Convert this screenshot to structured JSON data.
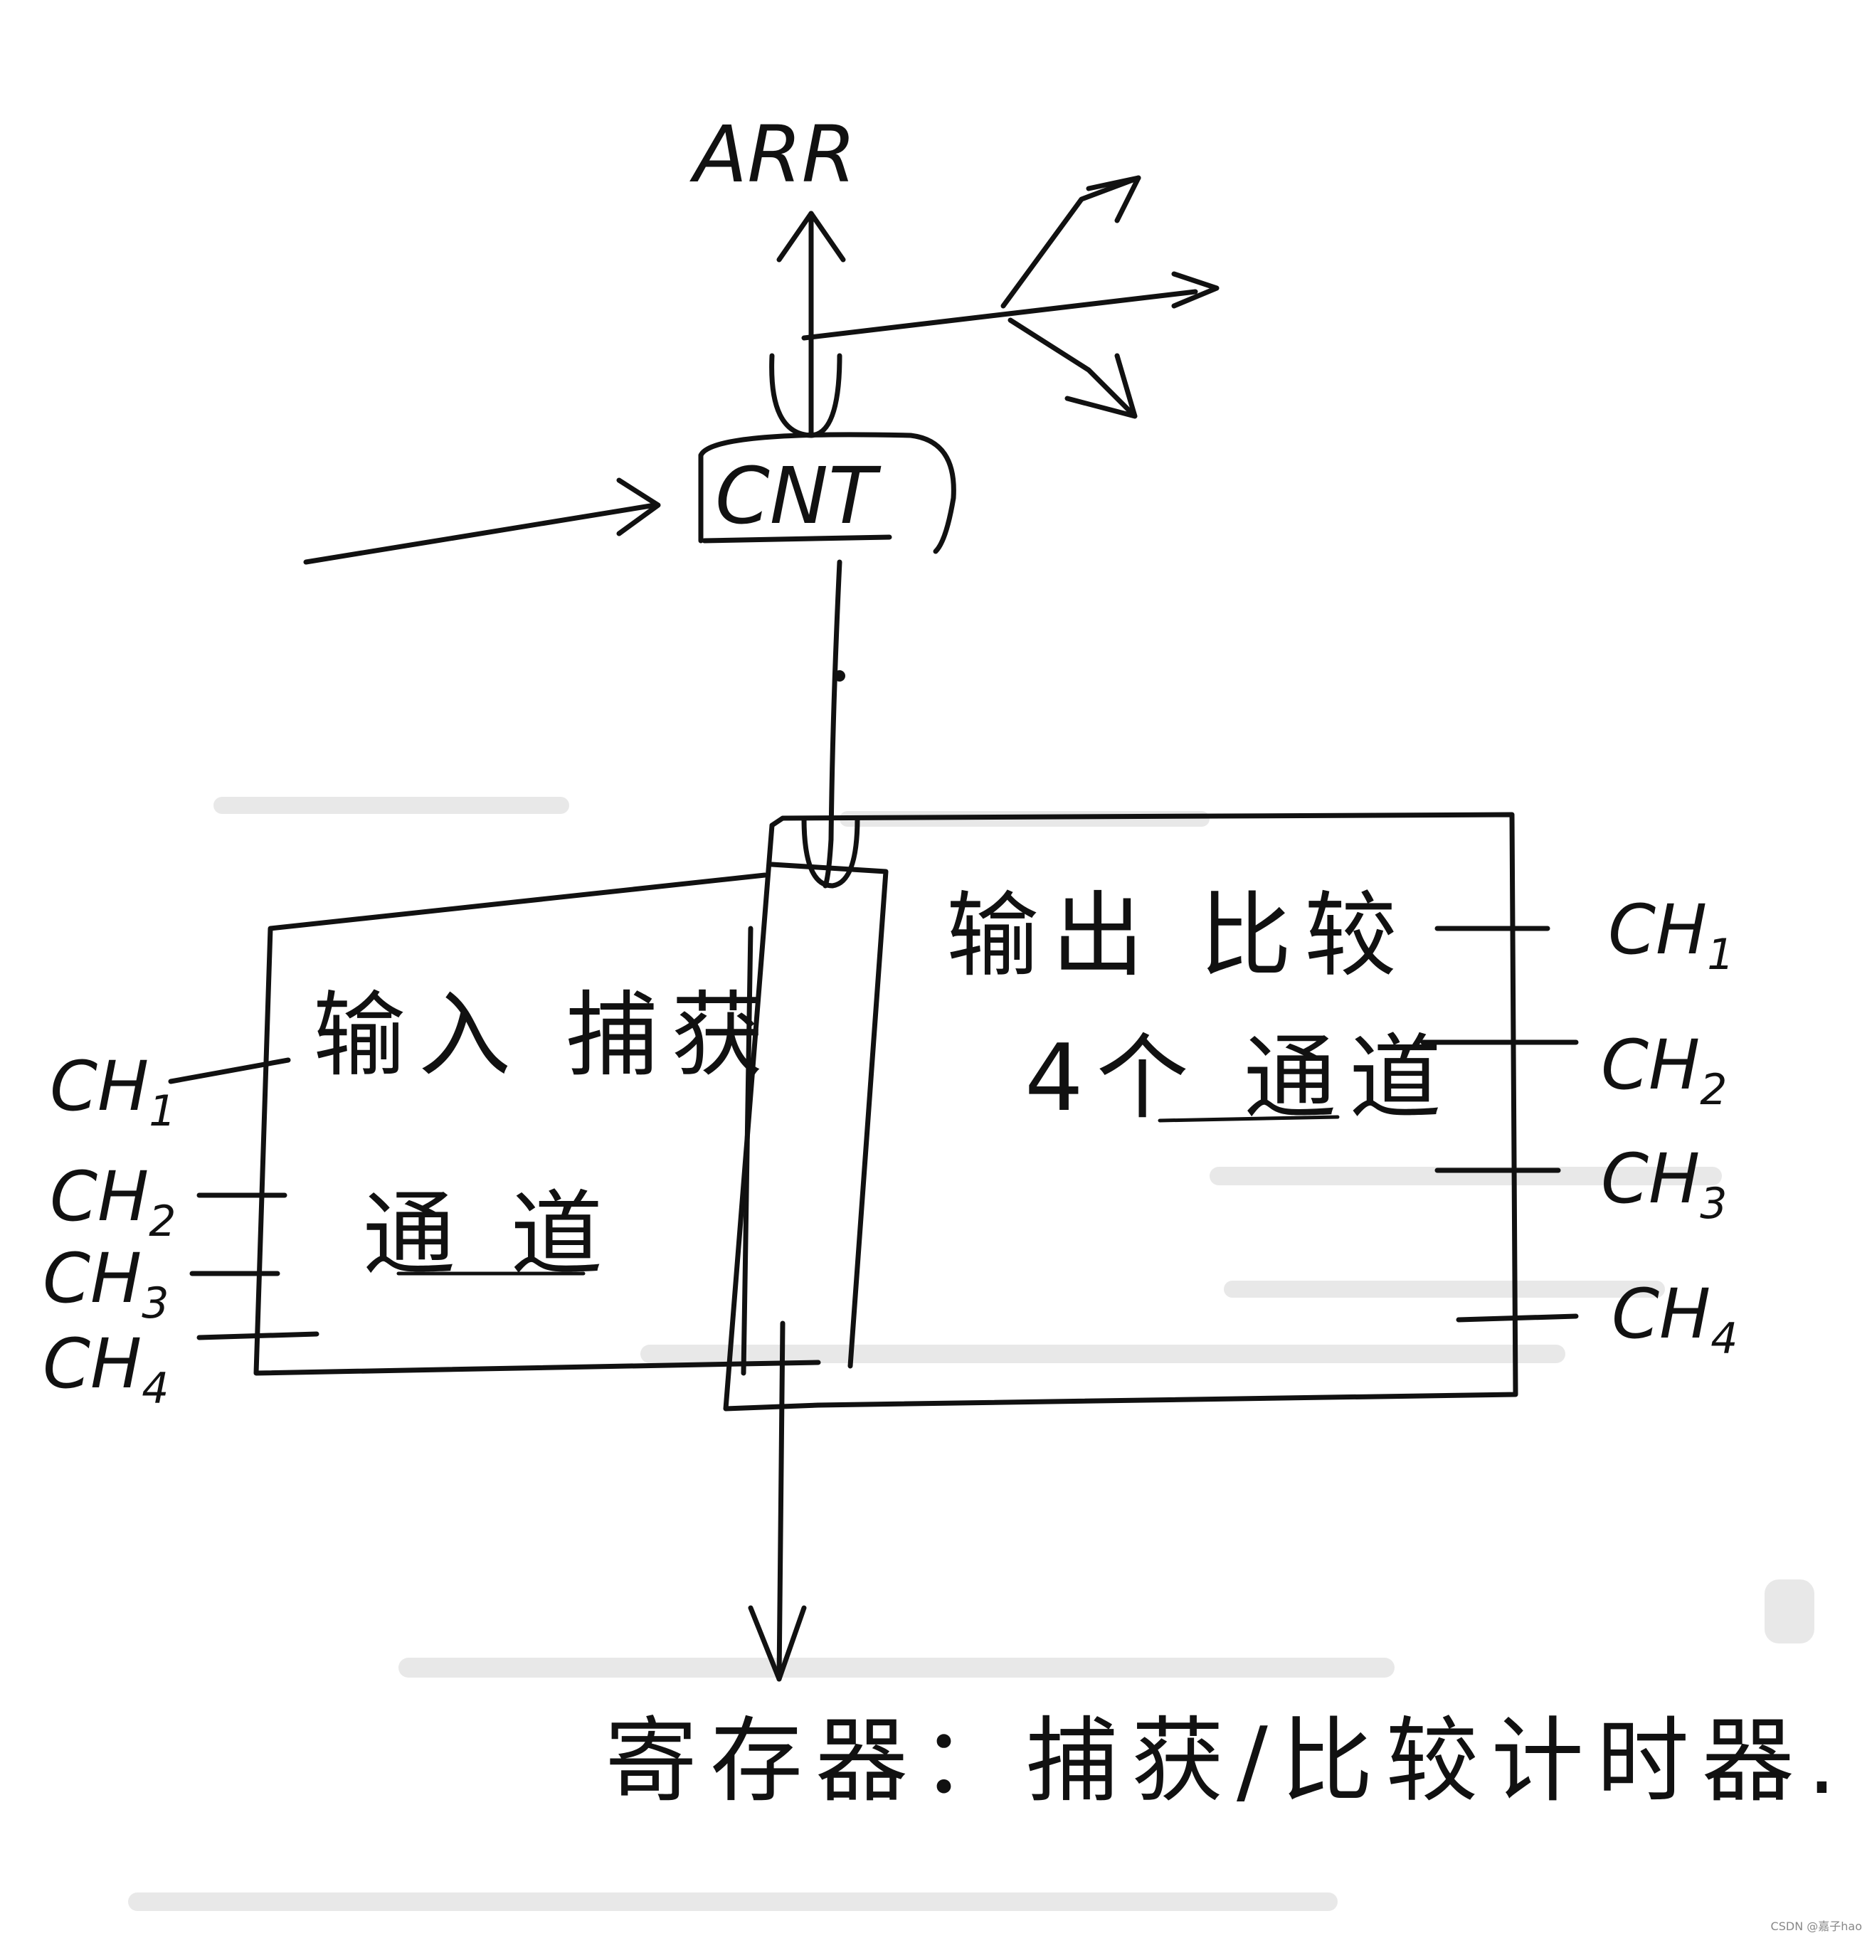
{
  "labels": {
    "arr": "ARR",
    "cnt": "CNT",
    "input_block": "输入 捕获",
    "input_block_2": "通 道",
    "output_block": "输出 比较",
    "output_block_2": "4个 通道",
    "register": "寄存器：捕获/比较计时器.",
    "watermark": "CSDN @嘉子hao"
  },
  "input_channels": [
    {
      "name": "CH",
      "sub": "1"
    },
    {
      "name": "CH",
      "sub": "2"
    },
    {
      "name": "CH",
      "sub": "3"
    },
    {
      "name": "CH",
      "sub": "4"
    }
  ],
  "output_channels": [
    {
      "name": "CH",
      "sub": "1"
    },
    {
      "name": "CH",
      "sub": "2"
    },
    {
      "name": "CH",
      "sub": "3"
    },
    {
      "name": "CH",
      "sub": "4"
    }
  ]
}
